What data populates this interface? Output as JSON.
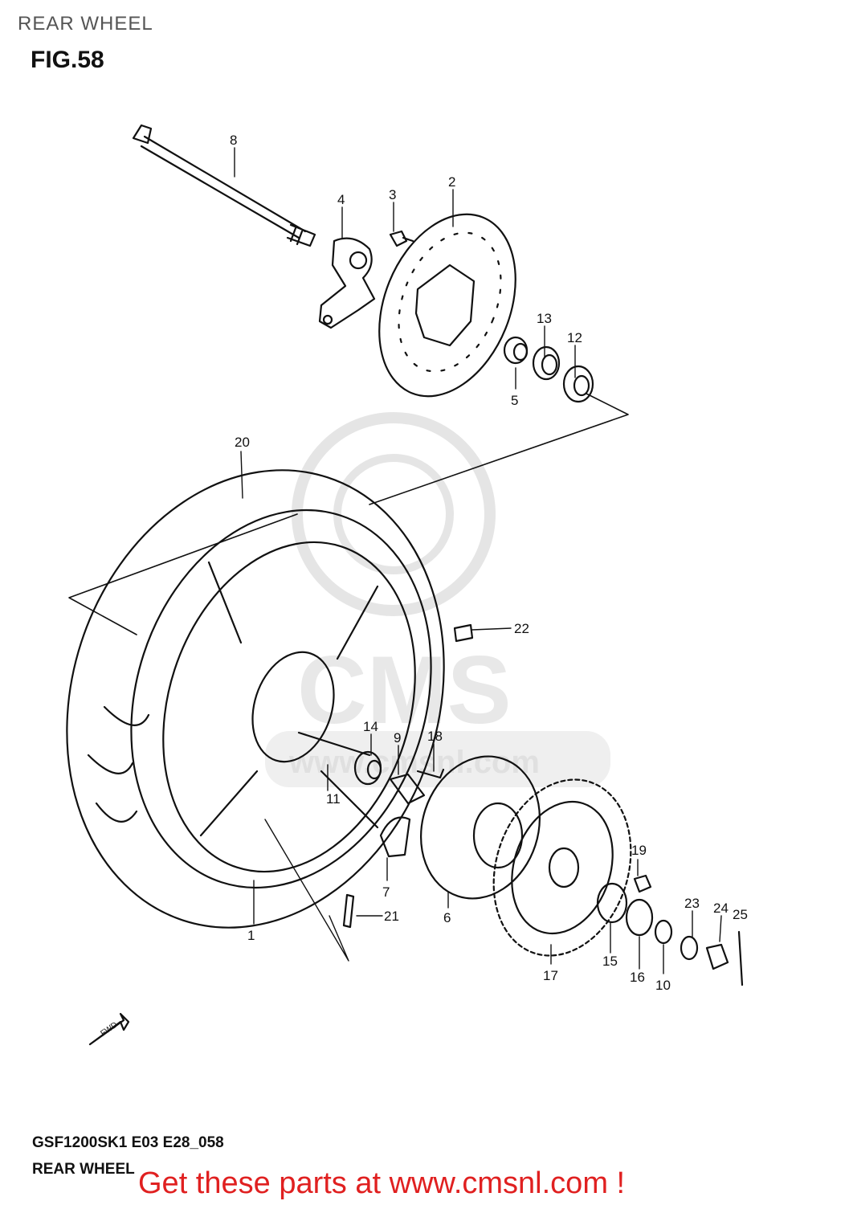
{
  "header": {
    "title": "REAR WHEEL"
  },
  "figure": {
    "label": "FIG.58"
  },
  "watermark": {
    "brand": "CMS",
    "domain": "www.cmsnl.com"
  },
  "fwd_label": "FWD",
  "callouts": [
    {
      "number": "1"
    },
    {
      "number": "2"
    },
    {
      "number": "3"
    },
    {
      "number": "4"
    },
    {
      "number": "5"
    },
    {
      "number": "6"
    },
    {
      "number": "7"
    },
    {
      "number": "8"
    },
    {
      "number": "9"
    },
    {
      "number": "10"
    },
    {
      "number": "11"
    },
    {
      "number": "12"
    },
    {
      "number": "13"
    },
    {
      "number": "14"
    },
    {
      "number": "15"
    },
    {
      "number": "16"
    },
    {
      "number": "17"
    },
    {
      "number": "18"
    },
    {
      "number": "19"
    },
    {
      "number": "20"
    },
    {
      "number": "21"
    },
    {
      "number": "22"
    },
    {
      "number": "23"
    },
    {
      "number": "24"
    },
    {
      "number": "25"
    }
  ],
  "footer": {
    "code": "GSF1200SK1 E03 E28_058",
    "caption": "REAR WHEEL",
    "cta": "Get these parts at www.cmsnl.com !"
  },
  "colors": {
    "line": "#111111",
    "watermark": "#d8d8d8",
    "cta": "#e02020"
  }
}
